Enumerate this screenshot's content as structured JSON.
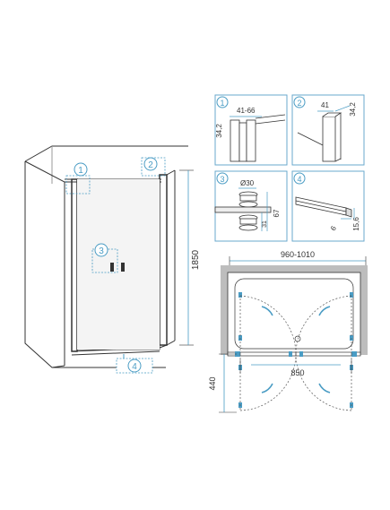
{
  "callouts": {
    "c1": "1",
    "c2": "2",
    "c3": "3",
    "c4": "4"
  },
  "dims": {
    "height": "1850",
    "top_width": "960-1010",
    "door_width": "850",
    "swing_depth": "440",
    "profile_width": "41-66",
    "profile_depth": "34,2",
    "post_width": "41",
    "post_depth": "34,2",
    "handle_diameter": "Ø30",
    "handle_height": "67",
    "handle_offset": "31",
    "glass_thickness": "6",
    "seal_size": "15,6"
  },
  "colors": {
    "accent": "#4a9cc4",
    "line": "#333333",
    "detail_border": "#6aa9cc",
    "wall": "#bdbdbd"
  }
}
